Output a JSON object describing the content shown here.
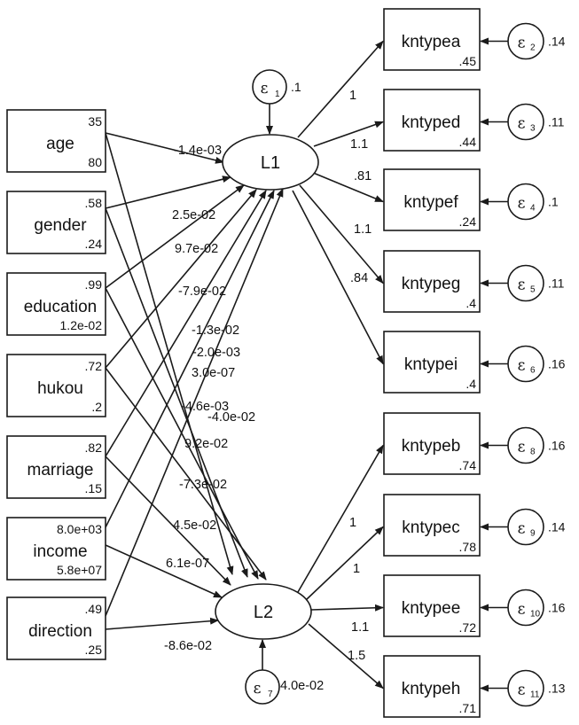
{
  "observed_left": [
    {
      "name": "age",
      "mean": "35",
      "var": "80"
    },
    {
      "name": "gender",
      "mean": ".58",
      "var": ".24"
    },
    {
      "name": "education",
      "mean": ".99",
      "var": "1.2e-02"
    },
    {
      "name": "hukou",
      "mean": ".72",
      "var": ".2"
    },
    {
      "name": "marriage",
      "mean": ".82",
      "var": ".15"
    },
    {
      "name": "income",
      "mean": "8.0e+03",
      "var": "5.8e+07"
    },
    {
      "name": "direction",
      "mean": ".49",
      "var": ".25"
    }
  ],
  "latents": [
    {
      "name": "L1",
      "error": "ε",
      "error_sub": "1",
      "error_var": ".1"
    },
    {
      "name": "L2",
      "error": "ε",
      "error_sub": "7",
      "error_var": "4.0e-02"
    }
  ],
  "paths_to_L1": [
    "-1.4e-03",
    "2.5e-02",
    "9.7e-02",
    "-7.9e-02",
    "-1.3e-02",
    "3.0e-07",
    "-4.6e-03"
  ],
  "paths_to_L2": [
    "-2.0e-03",
    "-4.0e-02",
    "9.2e-02",
    "-7.3e-02",
    "4.5e-02",
    "6.1e-07",
    "-8.6e-02"
  ],
  "indicators_L1": [
    {
      "name": "kntypea",
      "intercept": ".45",
      "loading": "1",
      "error_sub": "2",
      "error_var": ".14"
    },
    {
      "name": "kntyped",
      "intercept": ".44",
      "loading": "1.1",
      "error_sub": "3",
      "error_var": ".11"
    },
    {
      "name": "kntypef",
      "intercept": ".24",
      "loading": ".81",
      "error_sub": "4",
      "error_var": ".1"
    },
    {
      "name": "kntypeg",
      "intercept": ".4",
      "loading": "1.1",
      "error_sub": "5",
      "error_var": ".11"
    },
    {
      "name": "kntypei",
      "intercept": ".4",
      "loading": ".84",
      "error_sub": "6",
      "error_var": ".16"
    }
  ],
  "indicators_L2": [
    {
      "name": "kntypeb",
      "intercept": ".74",
      "loading": "1",
      "error_sub": "8",
      "error_var": ".16"
    },
    {
      "name": "kntypec",
      "intercept": ".78",
      "loading": "1",
      "error_sub": "9",
      "error_var": ".14"
    },
    {
      "name": "kntypee",
      "intercept": ".72",
      "loading": "1.1",
      "error_sub": "10",
      "error_var": ".16"
    },
    {
      "name": "kntypeh",
      "intercept": ".71",
      "loading": "1.5",
      "error_sub": "11",
      "error_var": ".13"
    }
  ],
  "epsilon_symbol": "ε"
}
